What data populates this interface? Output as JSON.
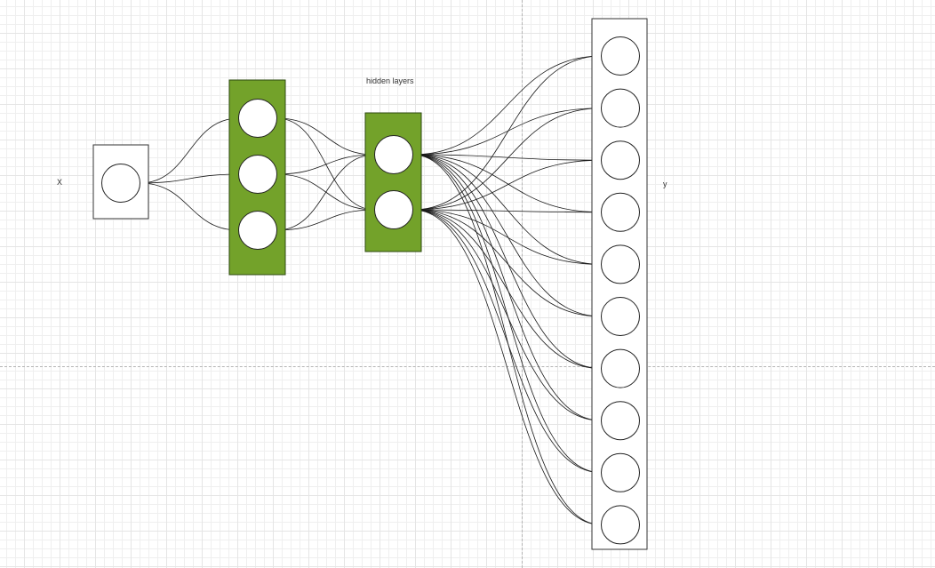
{
  "labels": {
    "input": "X",
    "hidden": "hidden layers",
    "output": "y"
  },
  "colors": {
    "layer_fill": "#73a22a",
    "layer_stroke": "#2d4a10",
    "box_stroke": "#333333",
    "node_fill": "#ffffff",
    "edge": "#1a1a1a"
  },
  "network": {
    "layers": [
      {
        "name": "input",
        "neurons": 1,
        "style": "plain"
      },
      {
        "name": "hidden-1",
        "neurons": 3,
        "style": "filled"
      },
      {
        "name": "hidden-2",
        "neurons": 2,
        "style": "filled"
      },
      {
        "name": "output",
        "neurons": 10,
        "style": "plain"
      }
    ],
    "connectivity": "fully-connected"
  }
}
